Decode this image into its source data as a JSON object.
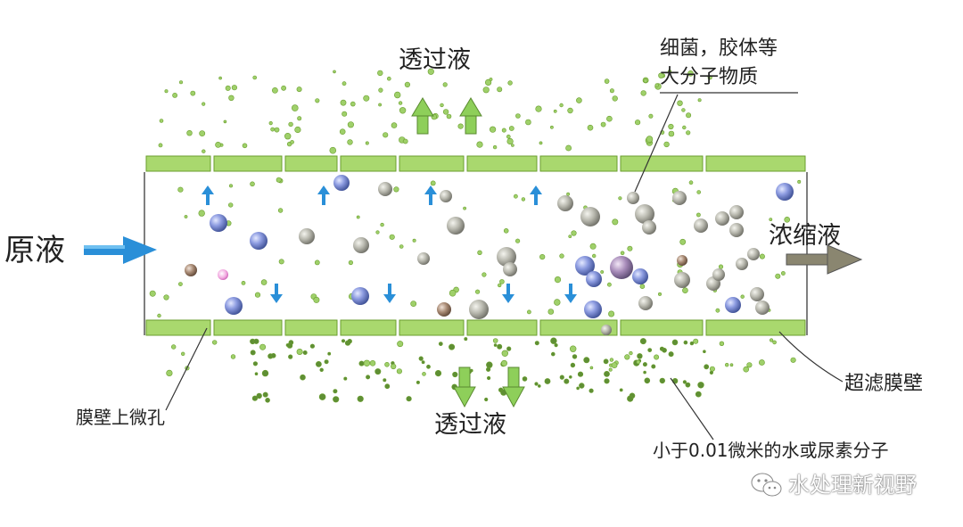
{
  "labels": {
    "feed": "原液",
    "permeate_top": "透过液",
    "permeate_bottom": "透过液",
    "concentrate": "浓缩液",
    "large_molecules_line1": "细菌，胶体等",
    "large_molecules_line2": "大分子物质",
    "membrane_pores": "膜壁上微孔",
    "uf_membrane_wall": "超滤膜壁",
    "small_molecules": "小于0.01微米的水或尿素分子"
  },
  "watermark": {
    "text": "水处理新视野",
    "icon": "wechat-icon"
  },
  "colors": {
    "membrane": "#a9d86e",
    "membrane_edge": "#6a9e2e",
    "flow_arrow_blue": "#2a8fd8",
    "permeate_arrow_green": "#8ecf5a",
    "concentrate_arrow": "#8a8670",
    "small_particle": "#8fc05a",
    "large_particle_blue": "#5b6fb0",
    "large_particle_gray": "#9a9a90",
    "particle_pink": "#d66ab8",
    "particle_brown": "#8a6a58"
  }
}
